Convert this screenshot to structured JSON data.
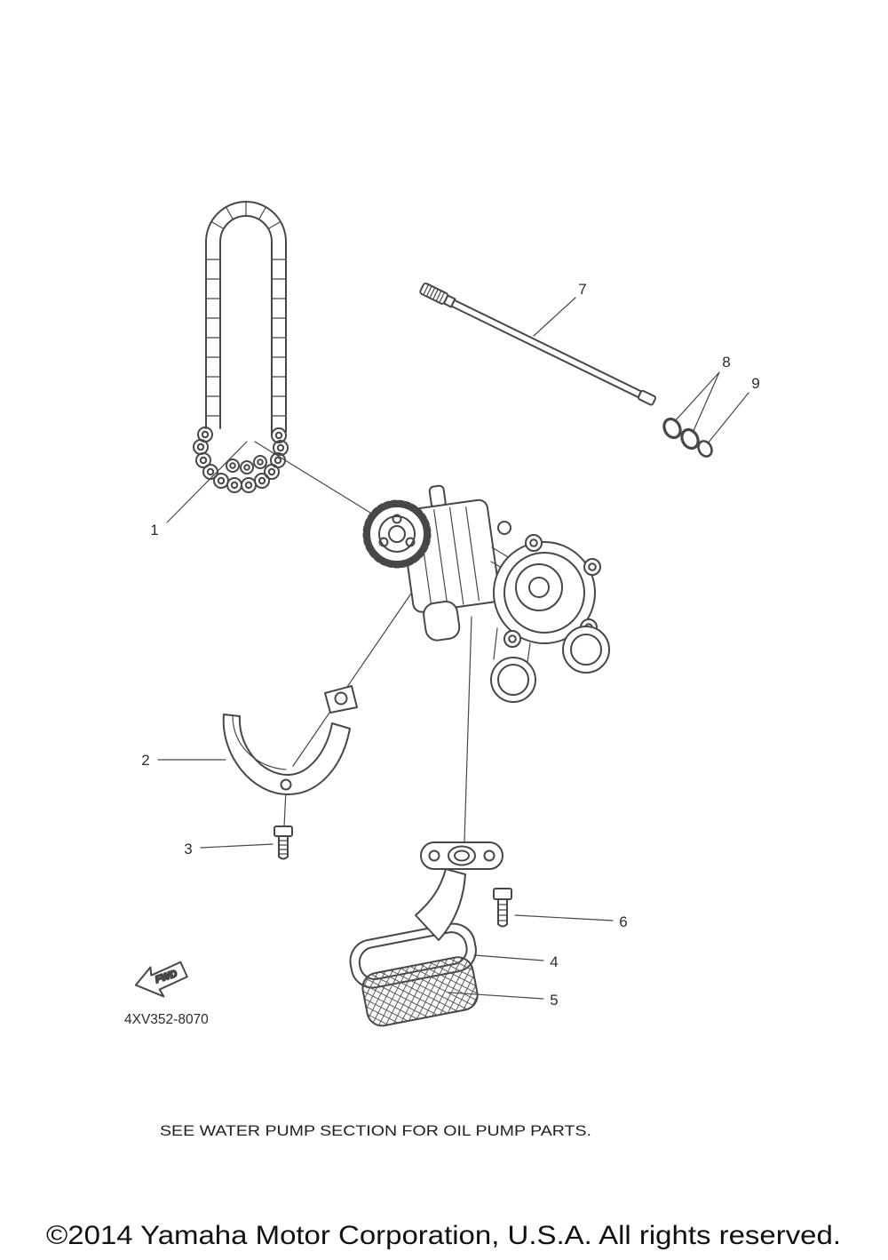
{
  "diagram": {
    "code": "4XV352-8070",
    "fwd": "FWD",
    "note": "SEE WATER PUMP SECTION FOR OIL PUMP PARTS.",
    "copyright": "©2014 Yamaha Motor Corporation, U.S.A. All rights reserved.",
    "callouts": [
      "1",
      "2",
      "3",
      "4",
      "5",
      "6",
      "7",
      "8",
      "9"
    ],
    "colors": {
      "line": "#474747",
      "ink": "#1f1f1f",
      "background": "#ffffff"
    }
  }
}
